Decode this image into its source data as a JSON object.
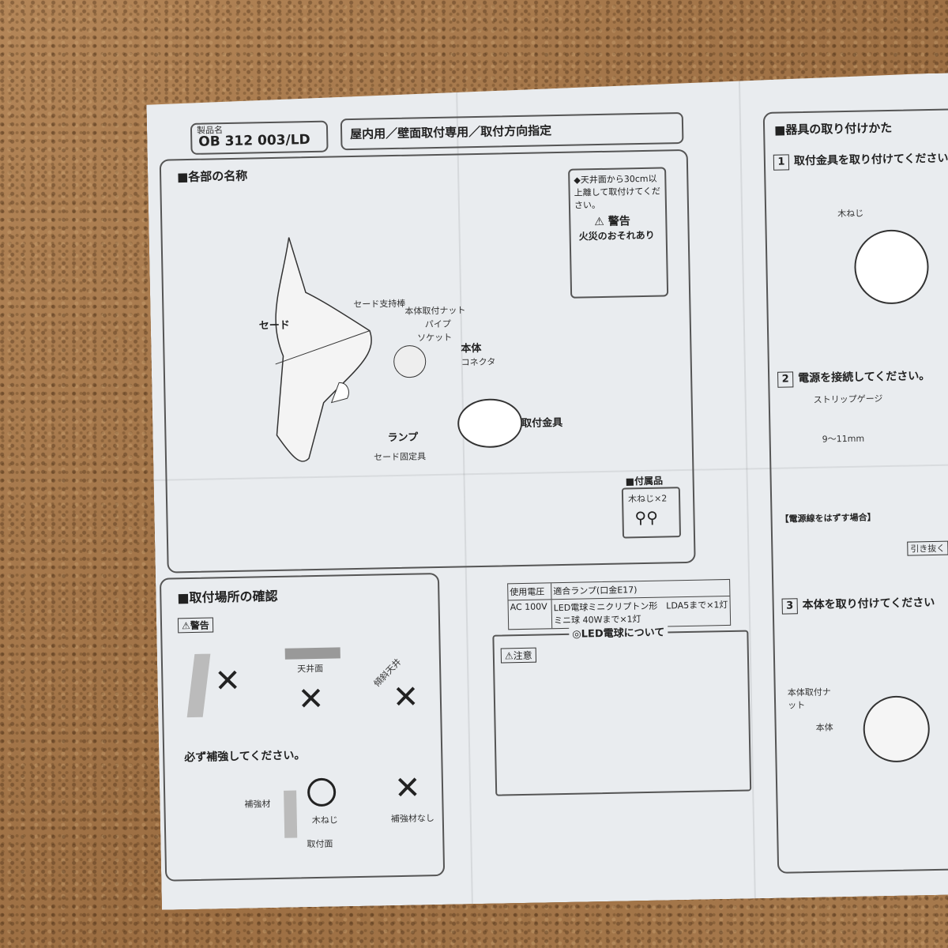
{
  "product": {
    "label": "製品名",
    "code": "OB 312 003/LD",
    "usage": "屋内用／壁面取付専用／取付方向指定"
  },
  "parts": {
    "heading": "■各部の名称",
    "shade": "セード",
    "shade_rod": "セード支持棒",
    "body_nut": "本体取付ナット",
    "pipe": "パイプ",
    "socket": "ソケット",
    "body": "本体",
    "connector": "コネクタ",
    "lamp": "ランプ",
    "shade_fixture": "セード固定具",
    "mount_bracket": "取付金具",
    "ceiling_note": "◆天井面から30cm以上離して取付けてください。",
    "warning_title": "⚠ 警告",
    "fire_risk": "火災のおそれあり",
    "accessories": "■付属品",
    "wood_screw": "木ねじ×2"
  },
  "location": {
    "heading": "■取付場所の確認",
    "warning": "⚠警告",
    "ceiling": "天井面",
    "sloped_ceiling": "傾斜天井",
    "must_reinforce": "必ず補強してください。",
    "reinforcement": "補強材",
    "wood_screw": "木ねじ",
    "mount_surface": "取付面",
    "no_reinforcement": "補強材なし"
  },
  "spec": {
    "voltage_header": "使用電圧",
    "lamp_header": "適合ランプ(口金E17)",
    "voltage": "AC 100V",
    "led_lamp": "LED電球ミニクリプトン形　LDA5まで×1灯",
    "mini_lamp": "ミニ球 40Wまで×1灯"
  },
  "led": {
    "heading": "◎LED電球について",
    "caution": "⚠注意"
  },
  "install": {
    "heading": "■器具の取り付けかた",
    "step1": "取付金具を取り付けてください。",
    "step2": "電源を接続してください。",
    "step3": "本体を取り付けてください",
    "wood_screw": "木ねじ",
    "strip_gauge": "ストリップゲージ",
    "gauge_range": "9〜11mm",
    "remove_heading": "【電源線をはずす場合】",
    "pull_out": "引き抜く",
    "body_nut": "本体取付ナット",
    "body": "本体"
  }
}
